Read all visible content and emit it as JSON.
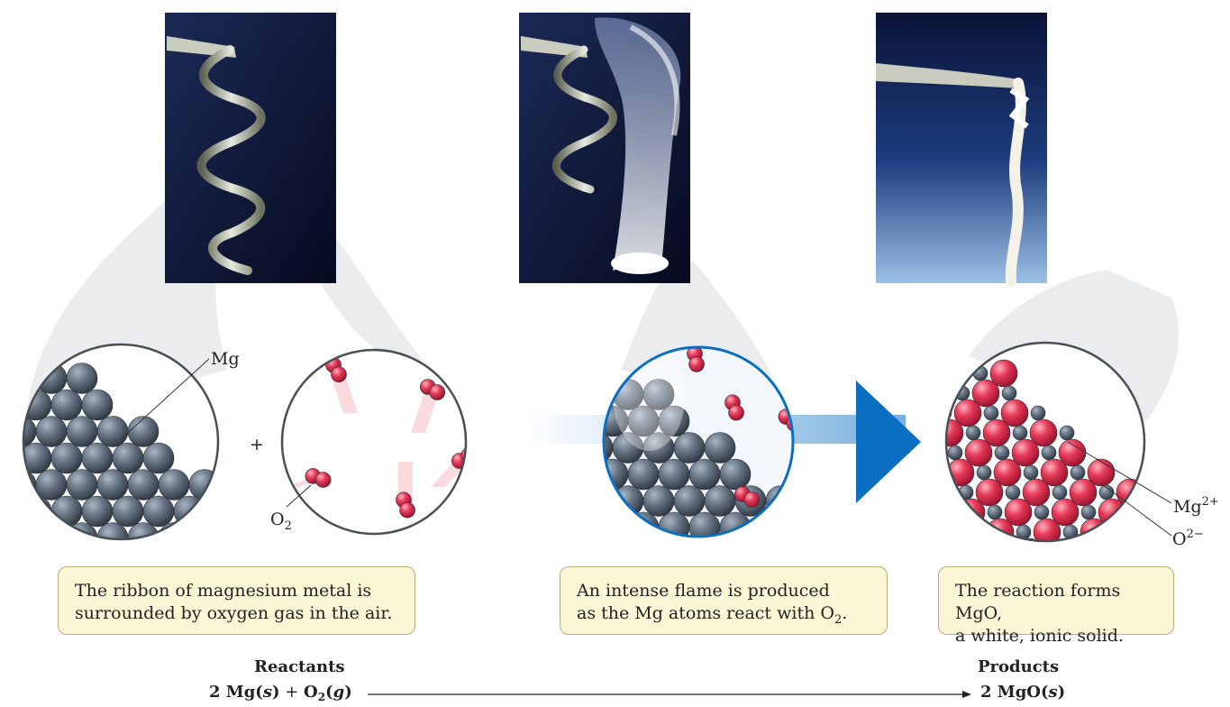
{
  "labels": {
    "mg": "Mg",
    "o2_base": "O",
    "o2_sub": "2",
    "plus": "+",
    "mg_ion_base": "Mg",
    "mg_ion_sup": "2+",
    "o_ion_base": "O",
    "o_ion_sup": "2−"
  },
  "captions": {
    "left_line1": "The ribbon of magnesium metal is",
    "left_line2": "surrounded by oxygen gas in the air.",
    "middle_line1": "An intense flame is produced",
    "middle_line2_pre": "as the Mg atoms react with O",
    "middle_line2_sub": "2",
    "middle_line2_post": ".",
    "right_line1": "The reaction forms MgO,",
    "right_line2": "a white, ionic solid."
  },
  "equation": {
    "reactants_heading": "Reactants",
    "products_heading": "Products",
    "r1_coef": "2 Mg(",
    "r1_state": "s",
    "r1_close": ")",
    "plus": " + ",
    "r2_base": "O",
    "r2_sub": "2",
    "r2_open": "(",
    "r2_state": "g",
    "r2_close": ")",
    "p1_coef": "2 MgO(",
    "p1_state": "s",
    "p1_close": ")"
  },
  "colors": {
    "mg_atom": "#5f6e7e",
    "o_atom": "#e03450",
    "arrow_blue": "#0a6fc0",
    "caption_bg": "#fbf6d6"
  }
}
